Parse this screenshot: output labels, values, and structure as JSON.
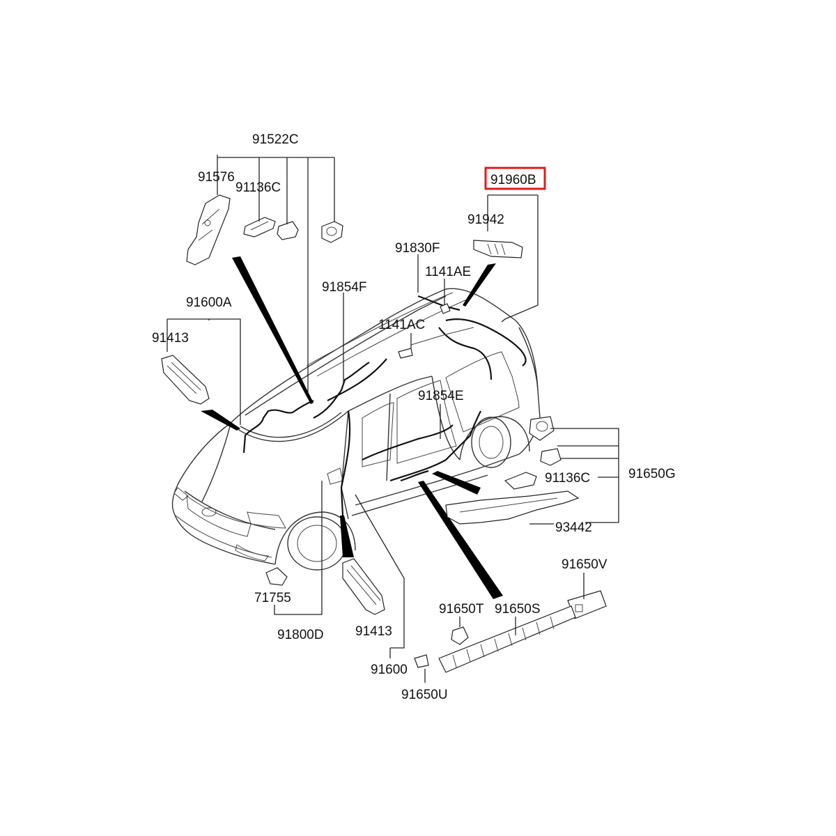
{
  "diagram": {
    "highlight_color": "#e01b1b",
    "labels": {
      "p91522C": "91522C",
      "p91576": "91576",
      "p91136C_top": "91136C",
      "p91960B": "91960B",
      "p91942": "91942",
      "p91830F": "91830F",
      "p1141AE": "1141AE",
      "p91854F": "91854F",
      "p1141AC": "1141AC",
      "p91600A": "91600A",
      "p91413_left": "91413",
      "p91854E": "91854E",
      "p91136C_right": "91136C",
      "p91650G": "91650G",
      "p93442": "93442",
      "p91650V": "91650V",
      "p71755": "71755",
      "p91800D": "91800D",
      "p91413_bottom": "91413",
      "p91650T": "91650T",
      "p91650S": "91650S",
      "p91600": "91600",
      "p91650U": "91650U"
    },
    "highlighted_part": "91960B"
  }
}
